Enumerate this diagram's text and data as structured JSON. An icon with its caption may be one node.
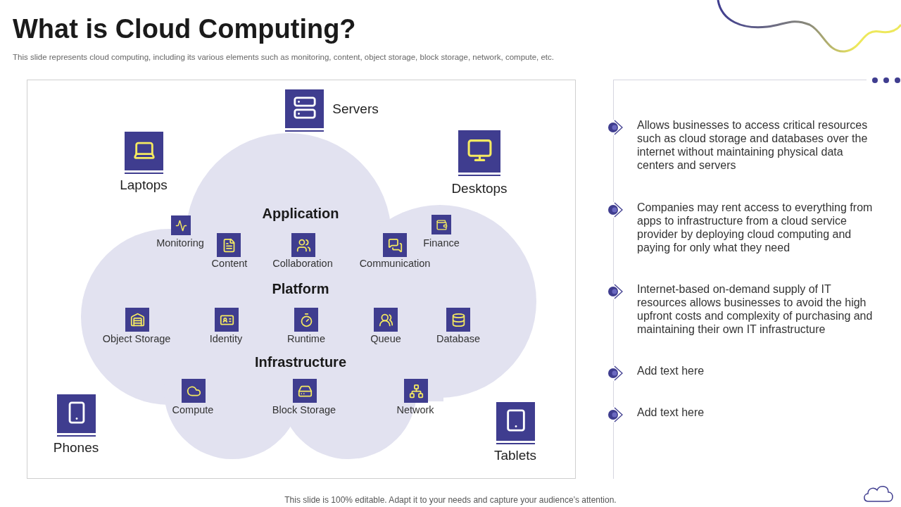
{
  "diagram": {
    "title": "What is Cloud Computing?",
    "caption": "This slide represents cloud computing, including its various elements such as monitoring, content, object storage, block storage, network, compute, etc.",
    "nodes": [
      {
        "text": [
          "Application",
          "Platform",
          "Infrastructure"
        ]
      }
    ],
    "edges": [],
    "labels": [
      "Servers",
      "Laptops",
      "Desktops",
      "Monitoring",
      "Finance",
      "Content",
      "Collaboration",
      "Communication",
      "Object Storage",
      "Identity",
      "Runtime",
      "Queue",
      "Database",
      "Compute",
      "Block Storage",
      "Network",
      "Phones",
      "Tablets",
      "Allows businesses to access critical resources such as cloud storage and databases over the internet without maintaining physical data centers and servers",
      "Companies may rent access to everything from apps to infrastructure from a cloud service provider by deploying cloud computing and paying for only what they need",
      "Internet-based on-demand supply of IT resources allows businesses to avoid the high upfront costs and complexity of purchasing and maintaining their own IT infrastructure",
      "Add text here",
      "Add text here",
      "This slide is 100% editable. Adapt it to your needs and capture your audience’s attention."
    ]
  }
}
